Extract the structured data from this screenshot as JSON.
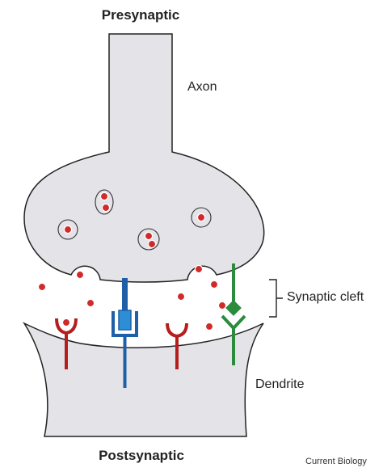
{
  "labels": {
    "presynaptic": "Presynaptic",
    "axon": "Axon",
    "synaptic_cleft": "Synaptic cleft",
    "dendrite": "Dendrite",
    "postsynaptic": "Postsynaptic",
    "credit": "Current Biology"
  },
  "colors": {
    "membrane_fill": "#e3e3e8",
    "membrane_stroke": "#222222",
    "neurotransmitter": "#d02a2a",
    "receptor_red": "#b61e1e",
    "receptor_blue": "#1f5fa8",
    "receptor_blue_inner": "#2c8fd6",
    "receptor_green": "#2b8c3e"
  }
}
